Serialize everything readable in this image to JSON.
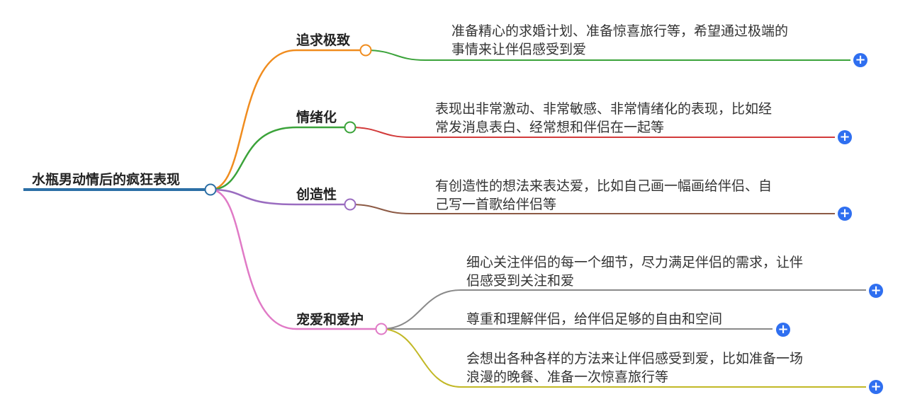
{
  "root": {
    "label": "水瓶男动情后的疯狂表现"
  },
  "branches": [
    {
      "label": "追求极致",
      "color": "#f08c1e",
      "leaves": [
        {
          "lines": [
            "准备精心的求婚计划、准备惊喜旅行等，希望通过极端的",
            "事情来让伴侣感受到爱"
          ],
          "color": "#3ba33a"
        }
      ]
    },
    {
      "label": "情绪化",
      "color": "#3ba33a",
      "leaves": [
        {
          "lines": [
            "表现出非常激动、非常敏感、非常情绪化的表现，比如经",
            "常发消息表白、经常想和伴侣在一起等"
          ],
          "color": "#d23a3a"
        }
      ]
    },
    {
      "label": "创造性",
      "color": "#9a6cc0",
      "leaves": [
        {
          "lines": [
            "有创造性的想法来表达爱，比如自己画一幅画给伴侣、自",
            "己写一首歌给伴侣等"
          ],
          "color": "#8c5a45"
        }
      ]
    },
    {
      "label": "宠爱和爱护",
      "color": "#e07ac6",
      "leaves": [
        {
          "lines": [
            "细心关注伴侣的每一个细节，尽力满足伴侣的需求，让伴",
            "侣感受到关注和爱"
          ],
          "color": "#8a8a8a"
        },
        {
          "lines": [
            "尊重和理解伴侣，给伴侣足够的自由和空间"
          ],
          "color": "#8a8a8a"
        },
        {
          "lines": [
            "会想出各种各样的方法来让伴侣感受到爱，比如准备一场",
            "浪漫的晚餐、准备一次惊喜旅行等"
          ],
          "color": "#c2b826"
        }
      ]
    }
  ],
  "colors": {
    "root_line": "#2c6fa6",
    "expand_button": "#2f6ff0"
  },
  "icons": {
    "expand": "plus-icon"
  }
}
